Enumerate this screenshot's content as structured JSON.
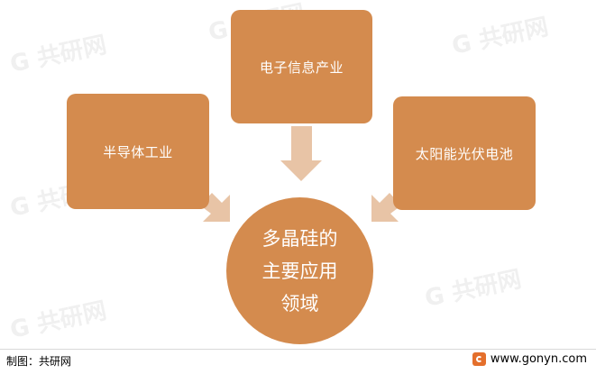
{
  "diagram": {
    "top_box": "电子信息产业",
    "left_box": "半导体工业",
    "right_box": "太阳能光伏电池",
    "center": {
      "lines": [
        "多晶硅的",
        "主要应用",
        "领域"
      ]
    }
  },
  "footer": {
    "source": "制图：共研网",
    "site": "www.gonyn.com"
  },
  "watermark": "共研网",
  "colors": {
    "box_fill": "#d48b4e",
    "arrow_fill": "#e8c4a6",
    "logo": "#e46f2c"
  }
}
